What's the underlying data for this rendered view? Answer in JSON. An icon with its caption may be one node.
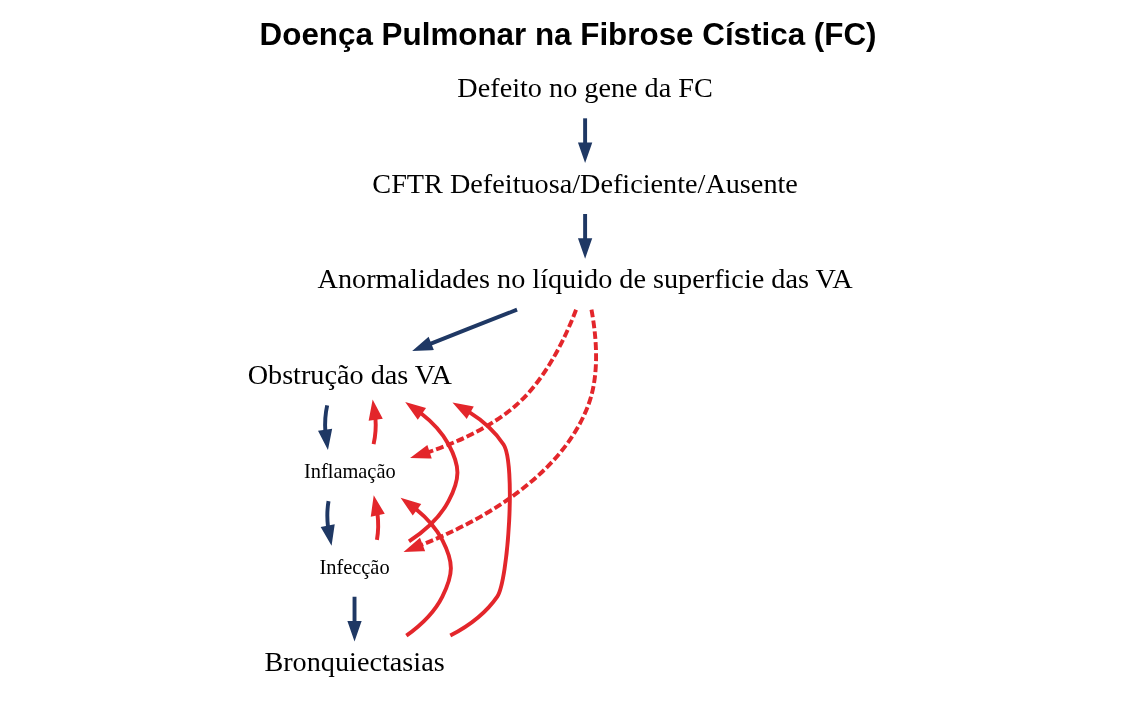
{
  "diagram": {
    "title": "Doença Pulmonar na Fibrose Cística (FC)",
    "nodes": [
      {
        "text": [
          "Defeito no gene da FC"
        ]
      },
      {
        "text": [
          "CFTR Defeituosa/Deficiente/Ausente"
        ]
      },
      {
        "text": [
          "Anormalidades no líquido de superficie das VA"
        ]
      },
      {
        "text": [
          "Obstrução das VA"
        ]
      },
      {
        "text": [
          "Inflamação"
        ]
      },
      {
        "text": [
          "Infecção"
        ]
      },
      {
        "text": [
          "Bronquiectasias"
        ]
      }
    ],
    "edges": [
      {
        "from": 0,
        "to": 1,
        "arrow": "to",
        "color": "#1f3864"
      },
      {
        "from": 1,
        "to": 2,
        "arrow": "to",
        "color": "#1f3864"
      },
      {
        "from": 2,
        "to": 3,
        "arrow": "to",
        "color": "#1f3864"
      },
      {
        "from": 3,
        "to": 4,
        "arrow": "to",
        "color": "#1f3864"
      },
      {
        "from": 4,
        "to": 5,
        "arrow": "to",
        "color": "#1f3864"
      },
      {
        "from": 5,
        "to": 6,
        "arrow": "to",
        "color": "#1f3864"
      },
      {
        "from": 4,
        "to": 3,
        "arrow": "to"
      },
      {
        "from": 5,
        "to": 3,
        "arrow": "to"
      },
      {
        "from": 6,
        "to": 3,
        "arrow": "to"
      },
      {
        "from": 5,
        "to": 4,
        "arrow": "to"
      },
      {
        "from": 6,
        "to": 4,
        "arrow": "to"
      },
      {
        "from": 2,
        "to": 4,
        "arrow": "to",
        "style": "dashed"
      },
      {
        "from": 2,
        "to": 5,
        "arrow": "to",
        "style": "dashed"
      }
    ]
  }
}
